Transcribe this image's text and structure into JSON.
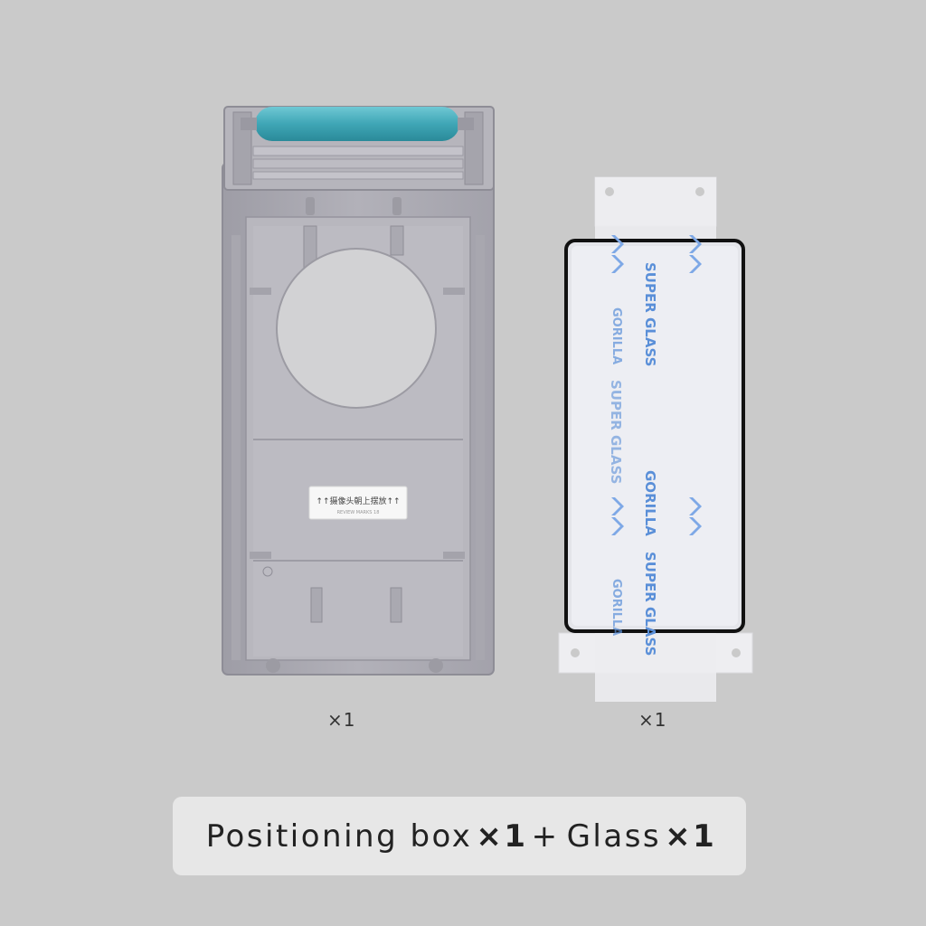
{
  "products": {
    "box": {
      "label_text": "↑↑摄像头朝上摆放↑↑",
      "label_subtext": "REVIEW MARKS 18",
      "quantity": "×1"
    },
    "glass": {
      "film_texts": [
        "SUPER GLASS",
        "GORILLA",
        "SUPER GLASS",
        "GORILLA",
        "SUPER GLASS",
        "GORILLA"
      ],
      "quantity": "×1"
    }
  },
  "caption": {
    "item1": "Positioning box",
    "qty1": "×1",
    "plus": "+",
    "item2": "Glass",
    "qty2": "×1"
  },
  "colors": {
    "background": "#cacaca",
    "caption_bg": "#e7e7e7",
    "tray": "#a9a8b0",
    "roller": "#3fa6b6",
    "film_text": "#5a8fd8"
  }
}
